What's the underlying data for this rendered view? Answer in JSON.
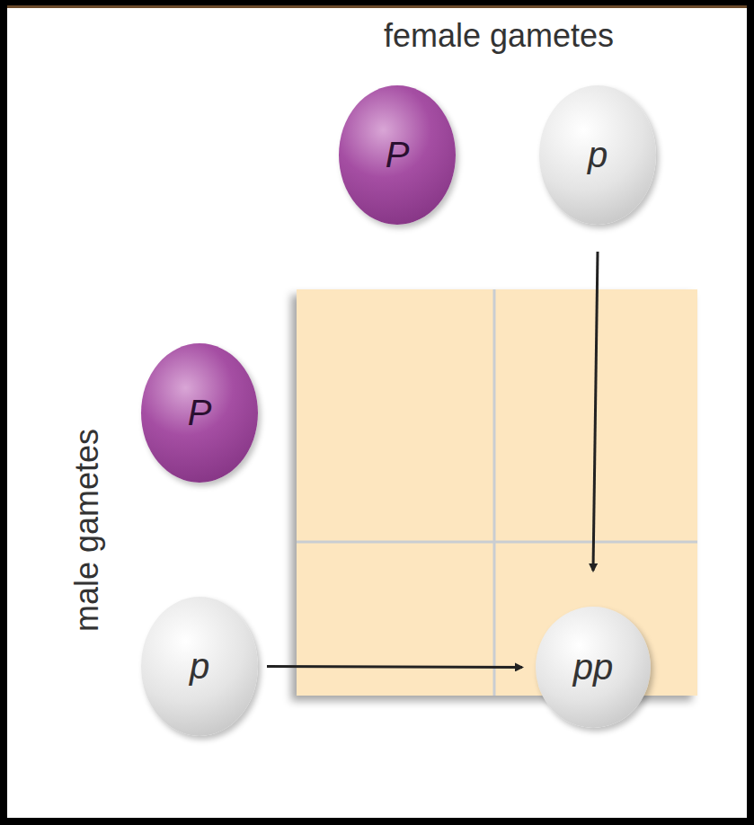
{
  "diagram": {
    "nodes": [
      {
        "text": [
          "P"
        ]
      },
      {
        "text": [
          "p"
        ]
      },
      {
        "text": [
          "P"
        ]
      },
      {
        "text": [
          "p"
        ]
      },
      {
        "text": [
          "pp"
        ]
      }
    ],
    "edges": [
      {
        "from": 1,
        "to": 4,
        "arrow": "to"
      },
      {
        "from": 3,
        "to": 4,
        "arrow": "to"
      }
    ],
    "labels": [
      "female gametes",
      "male gametes"
    ]
  }
}
